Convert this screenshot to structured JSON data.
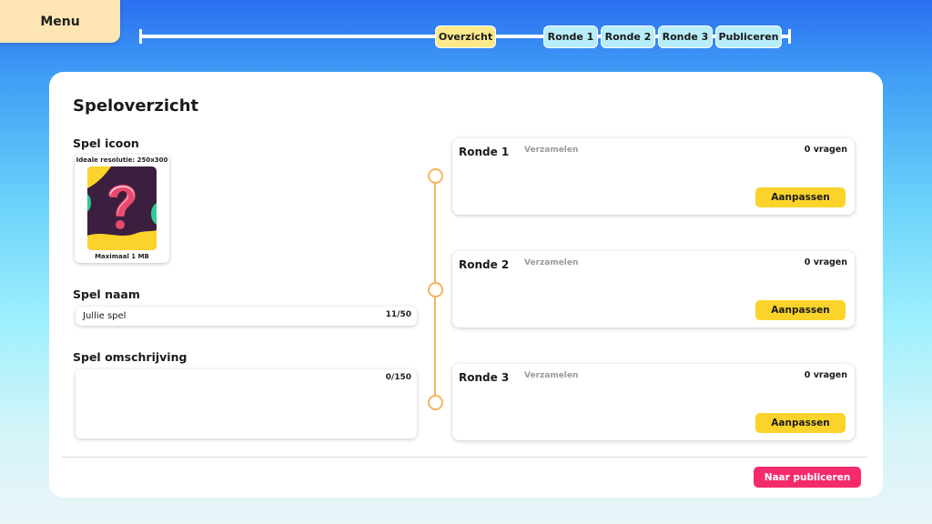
{
  "menu": {
    "label": "Menu"
  },
  "steps": [
    {
      "label": "Overzicht",
      "state": "active"
    },
    {
      "label": "Ronde 1",
      "state": "todo"
    },
    {
      "label": "Ronde 2",
      "state": "todo"
    },
    {
      "label": "Ronde 3",
      "state": "todo"
    },
    {
      "label": "Publiceren",
      "state": "todo"
    }
  ],
  "overview": {
    "title": "Speloverzicht",
    "icon": {
      "label": "Spel icoon",
      "resolution_hint": "Ideale resolutie: 250x300",
      "size_hint": "Maximaal 1 MB",
      "image": "question-mark-icon"
    },
    "name": {
      "label": "Spel naam",
      "value": "Jullie spel",
      "counter": "11/50"
    },
    "description": {
      "label": "Spel omschrijving",
      "value": "",
      "counter": "0/150"
    }
  },
  "rounds": [
    {
      "name": "Ronde 1",
      "type": "Verzamelen",
      "count": "0 vragen",
      "button": "Aanpassen"
    },
    {
      "name": "Ronde 2",
      "type": "Verzamelen",
      "count": "0 vragen",
      "button": "Aanpassen"
    },
    {
      "name": "Ronde 3",
      "type": "Verzamelen",
      "count": "0 vragen",
      "button": "Aanpassen"
    }
  ],
  "footer": {
    "publish_label": "Naar publiceren"
  },
  "colors": {
    "accent_yellow": "#fbd32a",
    "publish_pink": "#f52b6c",
    "timeline_orange": "#f5b45c",
    "step_active": "#fde98a",
    "step_todo": "#b7ecf9",
    "menu_bg": "#fde6b4"
  }
}
